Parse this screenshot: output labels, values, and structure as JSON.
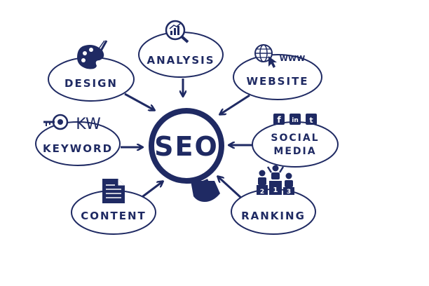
{
  "center": {
    "label": "SEO"
  },
  "nodes": {
    "analysis": {
      "label": "ANALYSIS"
    },
    "design": {
      "label": "DESIGN"
    },
    "website": {
      "label": "WEBSITE",
      "icon_text": "WWW"
    },
    "keyword": {
      "label": "KEYWORD",
      "icon_text": "KW"
    },
    "social_media": {
      "label_line1": "SOCIAL",
      "label_line2": "MEDIA",
      "icon_letters": [
        "f",
        "in",
        "t"
      ]
    },
    "content": {
      "label": "CONTENT"
    },
    "ranking": {
      "label": "RANKING",
      "podium_numbers": [
        "2",
        "1",
        "3"
      ]
    }
  },
  "colors": {
    "ink": "#1f2a63",
    "background": "#ffffff"
  },
  "icons": [
    "magnifier-icon",
    "chart-magnifier-icon",
    "palette-icon",
    "globe-cursor-icon",
    "key-target-icon",
    "social-icons",
    "document-icon",
    "podium-icon"
  ]
}
